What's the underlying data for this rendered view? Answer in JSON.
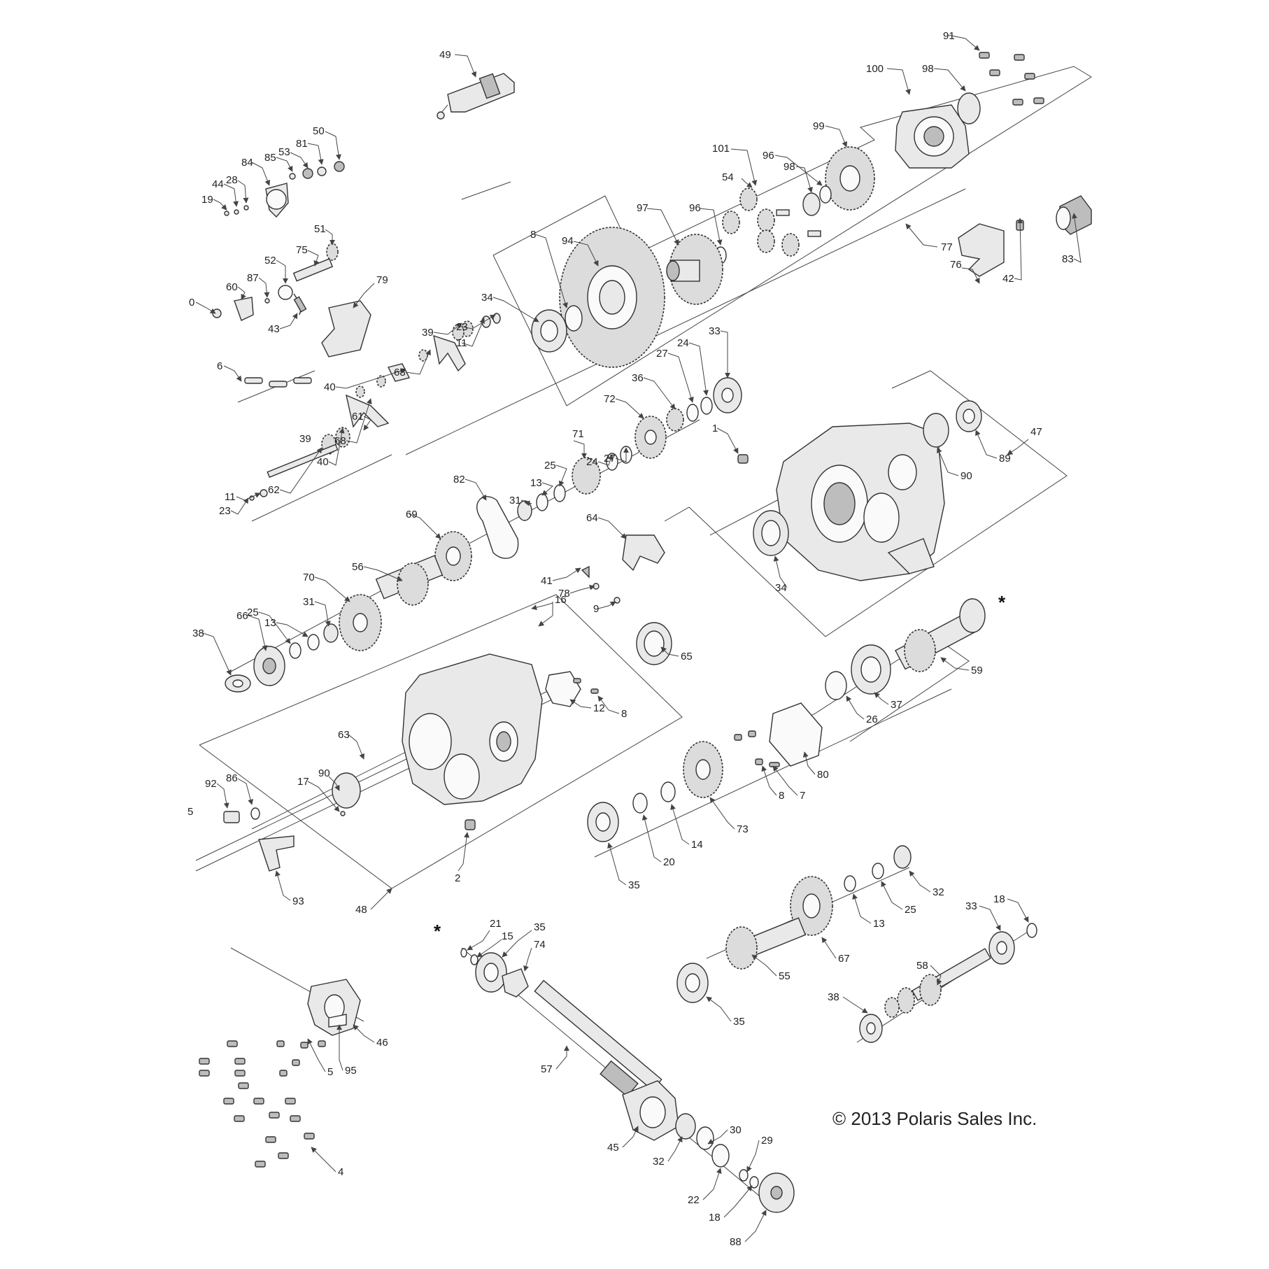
{
  "diagram": {
    "copyright": "© 2013 Polaris Sales Inc.",
    "star_marker": "*",
    "callouts": {
      "c49": "49",
      "c91": "91",
      "c100": "100",
      "c98a": "98",
      "c99": "99",
      "c101": "101",
      "c54": "54",
      "c98b": "98",
      "c96a": "96",
      "c97": "97",
      "c96b": "96",
      "c94": "94",
      "c77": "77",
      "c76": "76",
      "c42": "42",
      "c83": "83",
      "c50": "50",
      "c81": "81",
      "c53": "53",
      "c85": "85",
      "c84": "84",
      "c28": "28",
      "c44": "44",
      "c19": "19",
      "c51": "51",
      "c75": "75",
      "c52": "52",
      "c87": "87",
      "c60": "60",
      "c0": "0",
      "c79": "79",
      "c43": "43",
      "c6": "6",
      "c8a": "8",
      "c34a": "34",
      "c23a": "23",
      "c11a": "11",
      "c39a": "39",
      "c68a": "68",
      "c40a": "40",
      "c61": "61",
      "c33a": "33",
      "c24a": "24",
      "c27a": "27",
      "c36": "36",
      "c72": "72",
      "c1": "1",
      "c47": "47",
      "c89": "89",
      "c90a": "90",
      "c68b": "68",
      "c40b": "40",
      "c39b": "39",
      "c62": "62",
      "c11b": "11",
      "c23b": "23",
      "c71": "71",
      "c24b": "24",
      "c27b": "27",
      "c25a": "25",
      "c13a": "13",
      "c31a": "31",
      "c82": "82",
      "c69": "69",
      "c64": "64",
      "c41": "41",
      "c78": "78",
      "c9": "9",
      "c34b": "34",
      "c56": "56",
      "c70": "70",
      "c31b": "31",
      "c13b": "13",
      "c25b": "25",
      "c66": "66",
      "c38a": "38",
      "c16": "16",
      "c12": "12",
      "c8b": "8",
      "c65": "65",
      "c59": "59",
      "c37": "37",
      "c26": "26",
      "c80": "80",
      "c8c": "8",
      "c7": "7",
      "c63": "63",
      "c90b": "90",
      "c17": "17",
      "c92": "92",
      "c86": "86",
      "c5a": "5",
      "c2": "2",
      "c93": "93",
      "c48": "48",
      "c73": "73",
      "c14": "14",
      "c20": "20",
      "c35a": "35",
      "c32a": "32",
      "c25c": "25",
      "c13c": "13",
      "c67": "67",
      "c55": "55",
      "c35b": "35",
      "c18a": "18",
      "c33b": "33",
      "c58": "58",
      "c38b": "38",
      "c21": "21",
      "c15": "15",
      "c35c": "35",
      "c74": "74",
      "c57": "57",
      "c46": "46",
      "c95": "95",
      "c5b": "5",
      "c4": "4",
      "c45": "45",
      "c32b": "32",
      "c30": "30",
      "c29": "29",
      "c22": "22",
      "c18b": "18",
      "c88": "88"
    }
  }
}
